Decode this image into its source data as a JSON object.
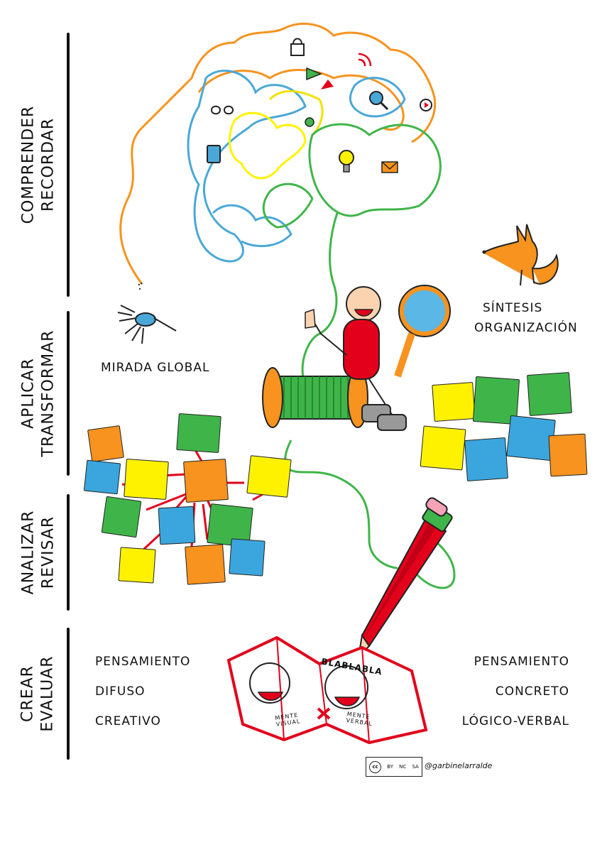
{
  "sidebar": {
    "sections": [
      {
        "line1": "COMPRENDER",
        "line2": "RECORDAR"
      },
      {
        "line1": "APLICAR",
        "line2": "TRANSFORMAR"
      },
      {
        "line1": "ANALIZAR",
        "line2": "REVISAR"
      },
      {
        "line1": "CREAR",
        "line2": "EVALUAR"
      }
    ]
  },
  "labels": {
    "mirada_global": "MIRADA GLOBAL",
    "sintesis": "SÍNTESIS",
    "organizacion": "ORGANIZACIÓN"
  },
  "left_column": {
    "line1": "PENSAMIENTO",
    "line2": "DIFUSO",
    "line3": "CREATIVO"
  },
  "right_column": {
    "line1": "PENSAMIENTO",
    "line2": "CONCRETO",
    "line3": "LÓGICO-VERBAL"
  },
  "map": {
    "word_art": "BLABLABLA",
    "left_face": "MENTE VISUAL",
    "right_face": "MENTE VERBAL"
  },
  "license": {
    "by": "BY",
    "nc": "NC",
    "sa": "SA",
    "credit": "@garbinelarralde"
  },
  "colors": {
    "orange": "#f7931e",
    "green": "#3fb549",
    "yellow": "#fff200",
    "blue": "#3ba6dd",
    "red": "#e3001b",
    "maze_blue": "#4aa8d8"
  }
}
